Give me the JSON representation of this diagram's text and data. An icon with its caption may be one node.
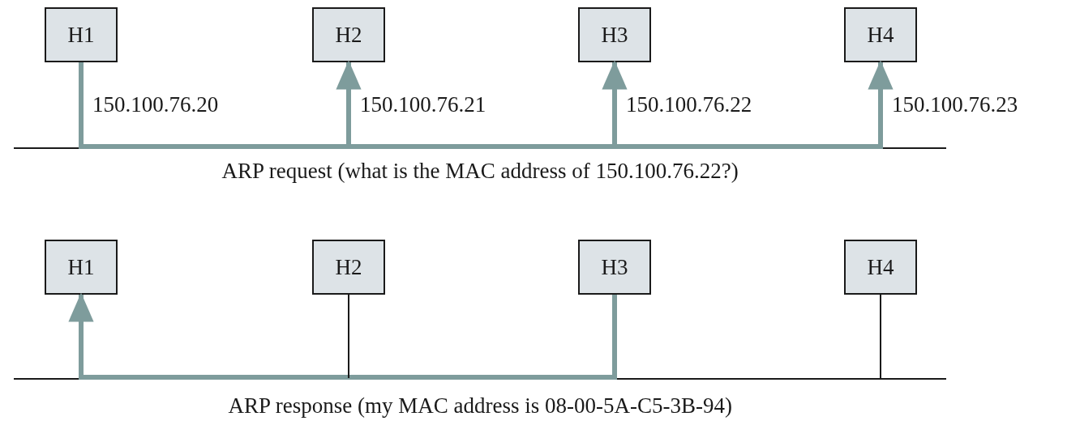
{
  "diagram": {
    "nodes": [
      {
        "text": [
          "H1"
        ],
        "beside": [
          "150.100.76.20"
        ]
      },
      {
        "text": [
          "H2"
        ],
        "beside": [
          "150.100.76.21"
        ]
      },
      {
        "text": [
          "H3"
        ],
        "beside": [
          "150.100.76.22"
        ]
      },
      {
        "text": [
          "H4"
        ],
        "beside": [
          "150.100.76.23"
        ]
      },
      {
        "text": [
          "H1"
        ]
      },
      {
        "text": [
          "H2"
        ]
      },
      {
        "text": [
          "H3"
        ]
      },
      {
        "text": [
          "H4"
        ]
      },
      {
        "text": [],
        "shape": "bar"
      },
      {
        "text": [],
        "shape": "bar"
      }
    ],
    "edges": [
      {
        "from": 0,
        "to": 1,
        "arrow": "to"
      },
      {
        "from": 0,
        "to": 2,
        "arrow": "to"
      },
      {
        "from": 0,
        "to": 3,
        "arrow": "to"
      },
      {
        "from": 6,
        "to": 4,
        "arrow": "to"
      },
      {
        "from": 5,
        "to": 9,
        "arrow": "none",
        "color": "#1a1a1a"
      },
      {
        "from": 7,
        "to": 9,
        "arrow": "none",
        "color": "#1a1a1a"
      }
    ],
    "labels": [
      "ARP request (what is the MAC address of 150.100.76.22?)",
      "ARP response (my MAC address is 08-00-5A-C5-3B-94)"
    ]
  }
}
